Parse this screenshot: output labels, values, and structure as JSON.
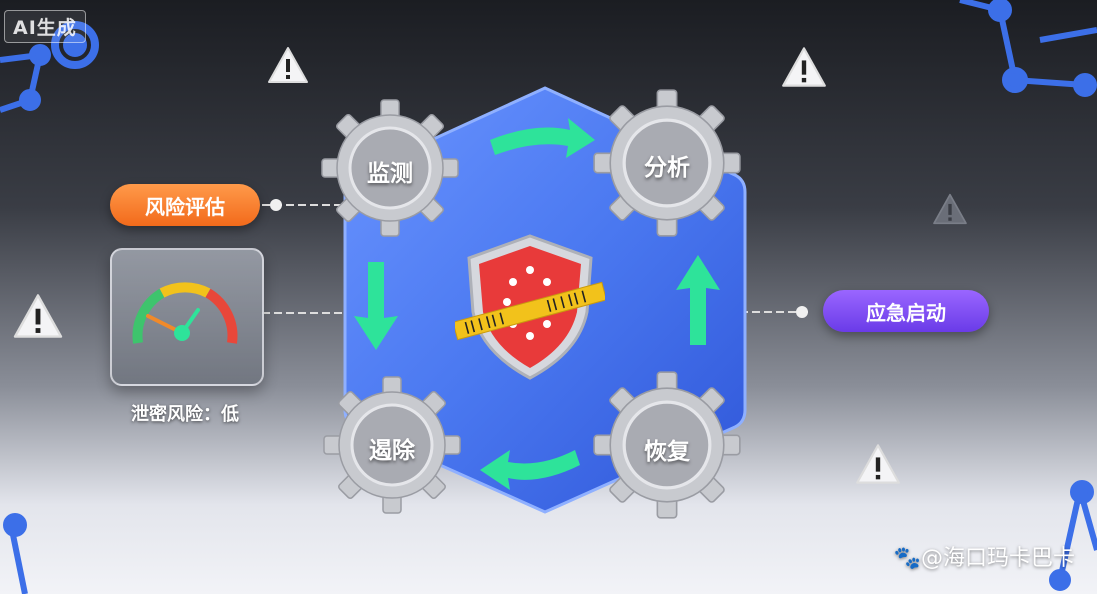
{
  "badge": "AI生成",
  "gears": {
    "monitor": "监测",
    "analyze": "分析",
    "eliminate": "遏除",
    "recover": "恢复"
  },
  "left_tag": "风险评估",
  "right_tag": "应急启动",
  "gauge": {
    "caption": "泄密风险：低",
    "level_fraction": 0.3
  },
  "watermark": "@海口玛卡巴卡",
  "colors": {
    "hexagon": "#4a78f0",
    "arrows": "#2ee39a",
    "shield": "#e83a3a",
    "tape": "#f2c21b",
    "orange_tag": "#f26a1b",
    "purple_tag": "#6a3be8"
  },
  "icons": [
    "warning-icon",
    "shield-icon",
    "gauge-icon",
    "network-icon",
    "gear-icon",
    "paw-icon"
  ]
}
